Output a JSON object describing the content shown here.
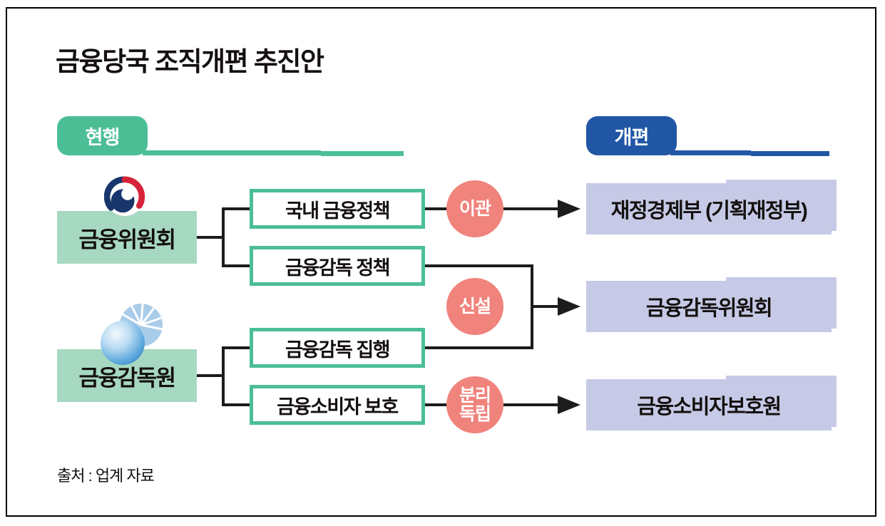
{
  "title": "금융당국 조직개편 추진안",
  "source": "출처 : 업계 자료",
  "columns": {
    "current": {
      "label": "현행",
      "color": "#4bbe95"
    },
    "reorganized": {
      "label": "개편",
      "color": "#2156a5"
    }
  },
  "current_orgs": [
    {
      "name": "금융위원회",
      "icon": "korea-government-emblem-icon",
      "functions": [
        "국내 금융정책",
        "금융감독 정책"
      ]
    },
    {
      "name": "금융감독원",
      "icon": "fss-globe-icon",
      "functions": [
        "금융감독 집행",
        "금융소비자 보호"
      ]
    }
  ],
  "transitions": [
    {
      "from": [
        "국내 금융정책"
      ],
      "action_lines": [
        "이관"
      ],
      "to": "재정경제부 (기획재정부)"
    },
    {
      "from": [
        "금융감독 정책",
        "금융감독 집행"
      ],
      "action_lines": [
        "신설"
      ],
      "to": "금융감독위원회"
    },
    {
      "from": [
        "금융소비자 보호"
      ],
      "action_lines": [
        "분리",
        "독립"
      ],
      "to": "금융소비자보호원"
    }
  ],
  "colors": {
    "mint": "#4bbe95",
    "mint_light": "#a7d8c1",
    "blue": "#2156a5",
    "salmon": "#f0837c",
    "lavender": "#c6cae6",
    "line": "#1c1c1c",
    "emblem_navy": "#18366b",
    "emblem_red": "#d62339",
    "fss_light_blue": "#a9cce9"
  }
}
